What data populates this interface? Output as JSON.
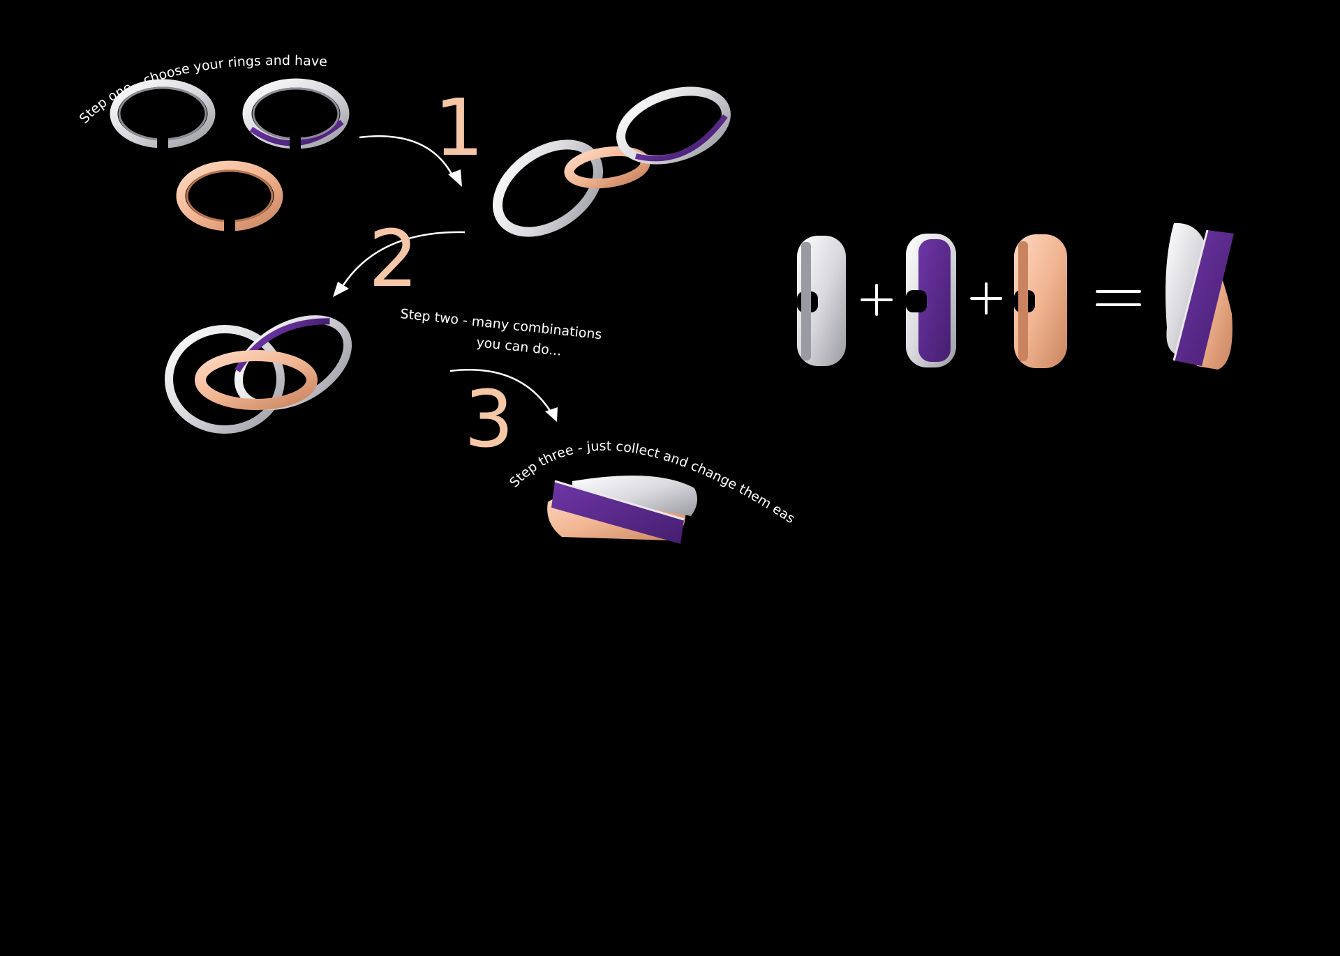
{
  "steps": [
    {
      "number": "1",
      "caption": "Step one - choose your rings and have fun..."
    },
    {
      "number": "2",
      "caption_line1": "Step two - many combinations",
      "caption_line2": "you can do..."
    },
    {
      "number": "3",
      "caption": "Step three -  just collect and change them easily..."
    }
  ],
  "equation": {
    "plus": "+",
    "equals": "="
  },
  "colors": {
    "background": "#000000",
    "silver": "#e9e9ec",
    "enamel_purple": "#5a2a8a",
    "rose_gold": "#f1b592",
    "step_numbers": "#f6c7a6",
    "text": "#ffffff"
  }
}
